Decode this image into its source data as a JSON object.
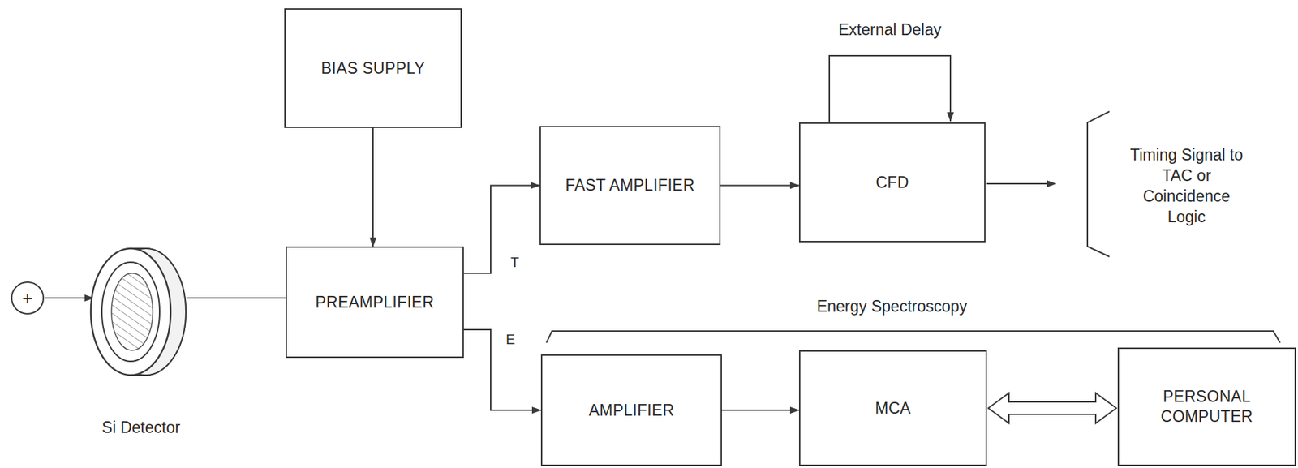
{
  "diagram": {
    "nodes": [
      {
        "text": [
          "+"
        ]
      },
      {
        "text": [
          "BIAS SUPPLY"
        ]
      },
      {
        "text": [
          "PREAMPLIFIER"
        ]
      },
      {
        "text": [
          "FAST AMPLIFIER"
        ]
      },
      {
        "text": [
          "CFD"
        ]
      },
      {
        "text": [
          "AMPLIFIER"
        ]
      },
      {
        "text": [
          "MCA"
        ]
      },
      {
        "text": [
          "PERSONAL COMPUTER"
        ]
      }
    ],
    "edges": [
      {
        "from": 1,
        "to": 2,
        "arrow": "to"
      },
      {
        "from": 2,
        "to": 3,
        "label": "T",
        "arrow": "to"
      },
      {
        "from": 3,
        "to": 4,
        "arrow": "to"
      },
      {
        "from": 2,
        "to": 5,
        "label": "E",
        "arrow": "to"
      },
      {
        "from": 5,
        "to": 6,
        "arrow": "to"
      },
      {
        "from": 6,
        "to": 7,
        "arrow": "both"
      }
    ],
    "labels": [
      "Si Detector",
      "External Delay",
      "Timing Signal to TAC or Coincidence Logic",
      "Energy Spectroscopy"
    ]
  }
}
